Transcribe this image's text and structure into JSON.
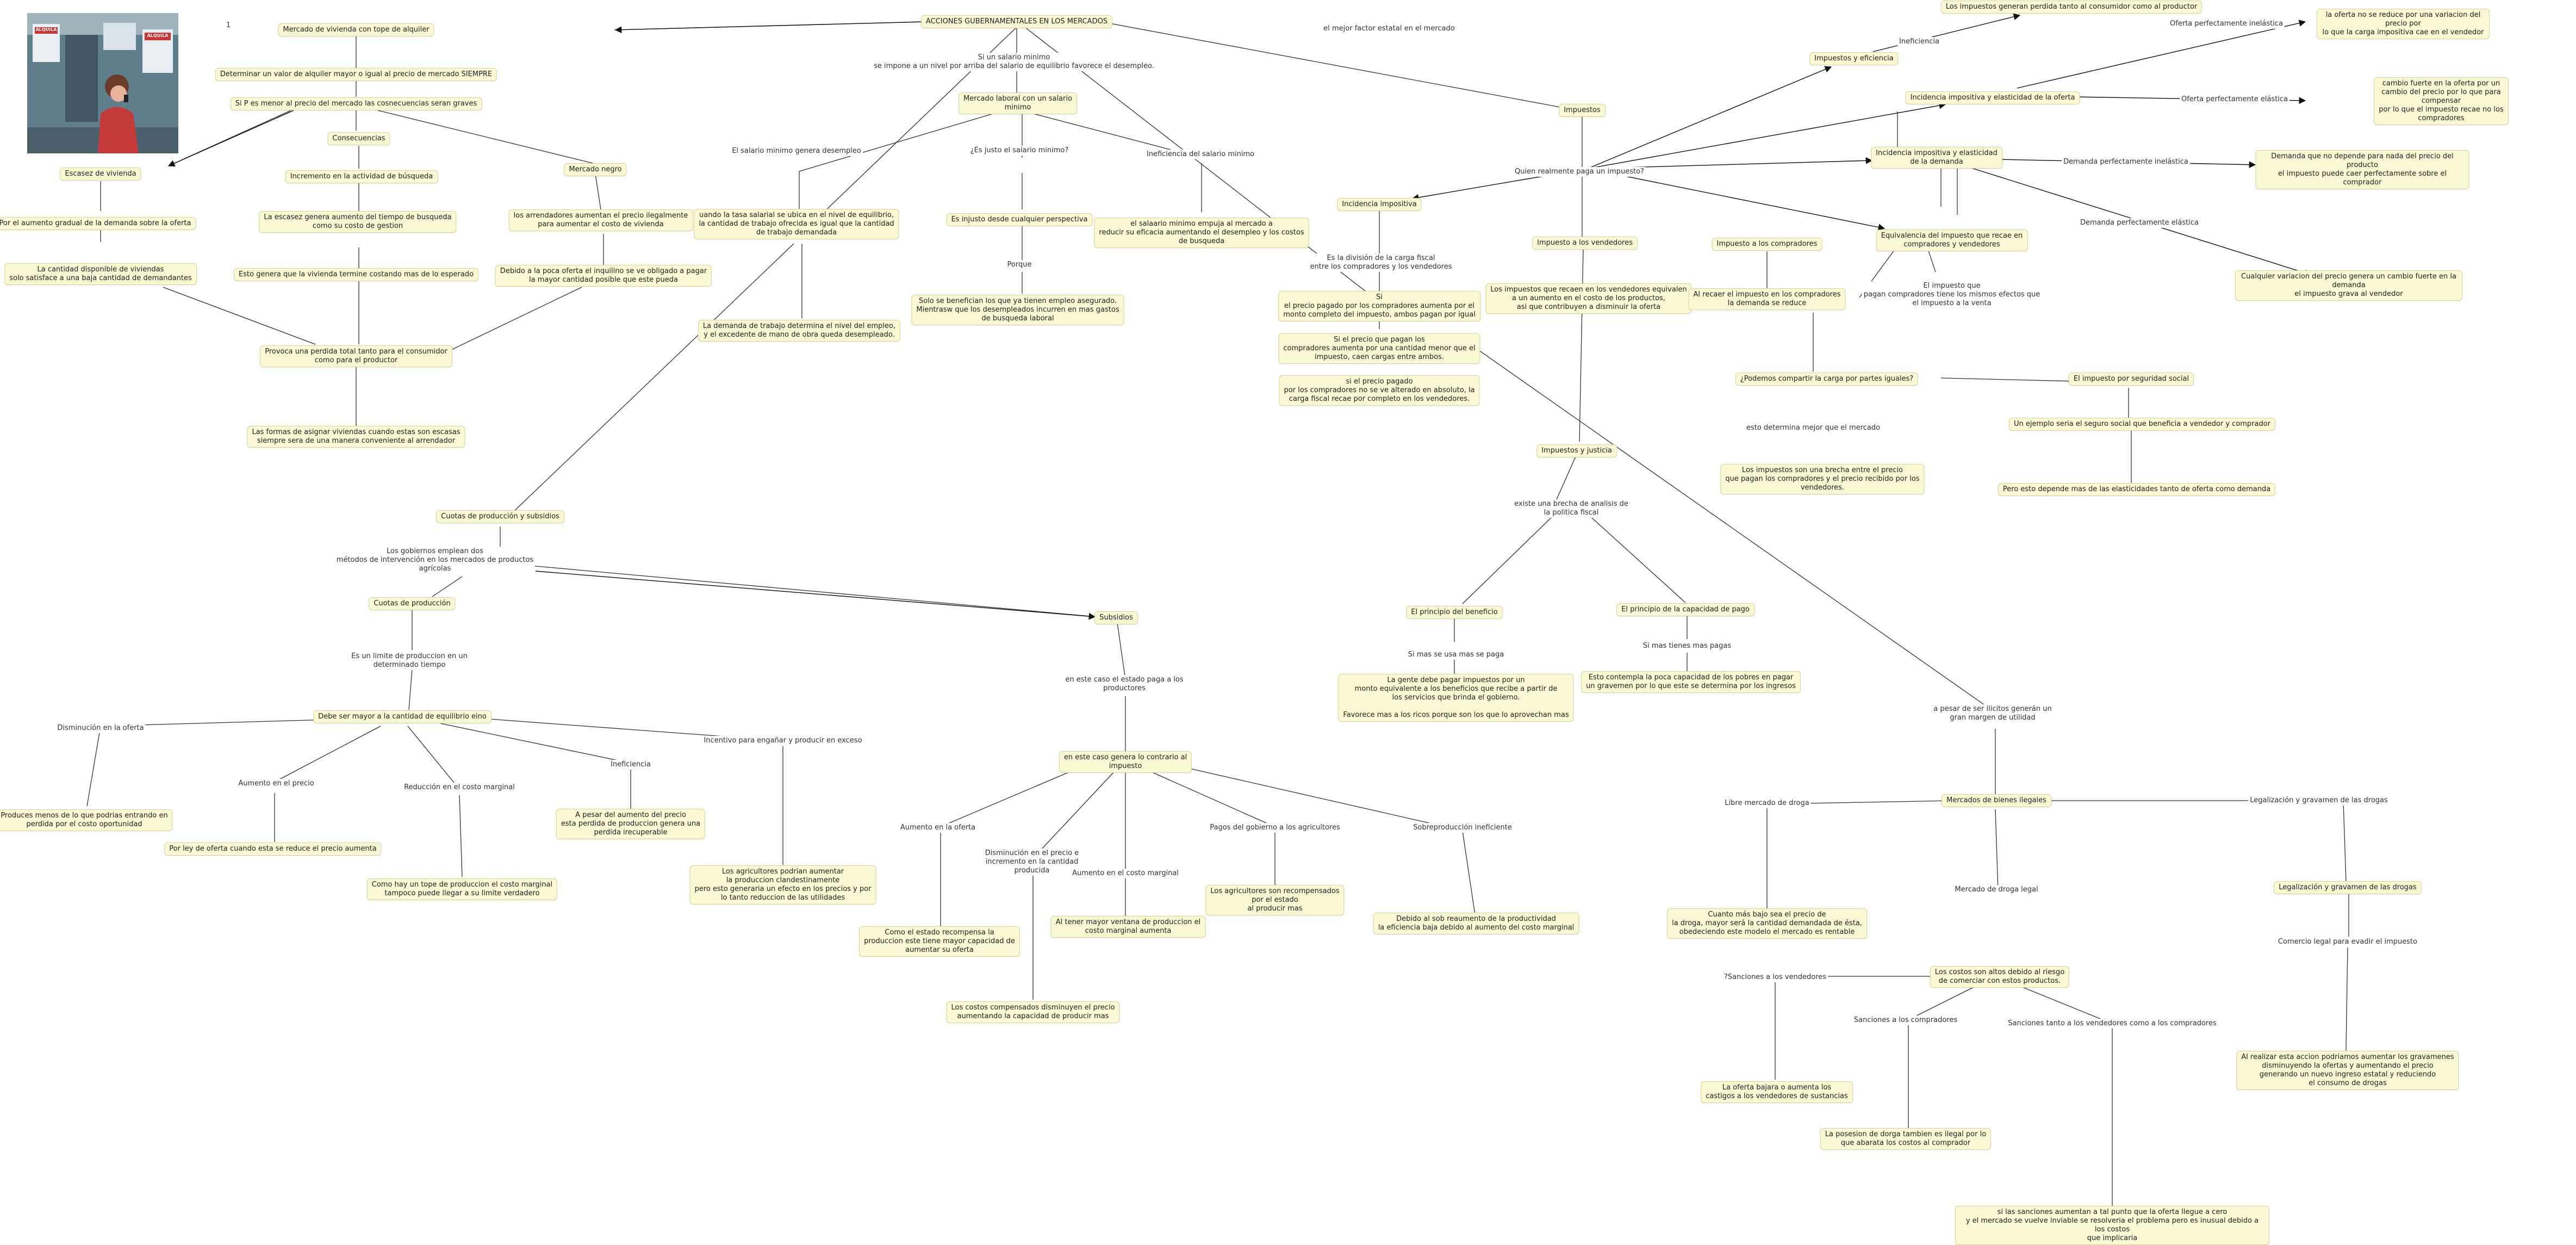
{
  "nodes": [
    {
      "id": "n_root",
      "text": "ACCIONES GUBERNAMENTALES EN LOS MERCADOS"
    },
    {
      "id": "n_viv_tope",
      "text": "Mercado de vivienda con tope de alquiler"
    },
    {
      "id": "n_det_val",
      "text": "Determinar un valor de alquiler mayor o igual al precio de mercado SIEMPRE"
    },
    {
      "id": "n_si_p",
      "text": "Si P es menor al precio del mercado las cosnecuencias seran graves"
    },
    {
      "id": "n_consec",
      "text": "Consecuencias"
    },
    {
      "id": "n_escasez",
      "text": "Escasez de vivienda"
    },
    {
      "id": "n_incr_busq",
      "text": "Incremento en la actividad de búsqueda"
    },
    {
      "id": "n_merc_negro",
      "text": "Mercado negro"
    },
    {
      "id": "n_aum_grad",
      "text": "Por el aumento gradual de la demanda sobre la oferta"
    },
    {
      "id": "n_escasez_gen",
      "text": "La escasez genera aumento del tiempo de busqueda\ncomo su costo de gestion"
    },
    {
      "id": "n_arrend",
      "text": "los arrendadores aumentan el precio ilegalmente\npara aumentar el costo de vivienda"
    },
    {
      "id": "n_cant_disp",
      "text": "La cantidad disponible de viviendas\nsolo satisface a una baja cantidad de demandantes"
    },
    {
      "id": "n_esto_gen",
      "text": "Esto genera que la vivienda termine costando mas de lo esperado"
    },
    {
      "id": "n_debido_poca",
      "text": "Debido a la poca oferta el inquilino se ve obligado a pagar\nla mayor cantidad posible que este pueda"
    },
    {
      "id": "n_perdida",
      "text": "Provoca una perdida total tanto para el consumidor\ncomo para el productor"
    },
    {
      "id": "n_formas",
      "text": "Las formas de asignar viviendas cuando estas son escasas\nsiempre sera de una manera conveniente al arrendador"
    },
    {
      "id": "n_merc_lab",
      "text": "Mercado laboral con un salario\nminimo"
    },
    {
      "id": "n_sal_tasa",
      "text": "uando la tasa salarial se ubica en el nivel de equilibrio,\nla cantidad de trabajo ofrecida es igual que la cantidad\nde trabajo demandada"
    },
    {
      "id": "n_injusto",
      "text": "Es injusto desde cualquier perspectiva"
    },
    {
      "id": "n_sal_emp",
      "text": "el salaario minimo empuja al mercado a\nreducir su eficacia aumentando el desempleo y los costos\nde busqueda"
    },
    {
      "id": "n_dem_trab",
      "text": "La demanda de trabajo determina el nivel del empleo,\ny el excedente de mano de obra queda desempleado."
    },
    {
      "id": "n_solo_ben",
      "text": "Solo se benefician los que ya tienen empleo asegurado.\nMientrasw que los desempleados incurren en mas gastos\nde busqueda laboral"
    },
    {
      "id": "n_cuotas_sub",
      "text": "Cuotas de producción y subsidios"
    },
    {
      "id": "n_cuotas_prod",
      "text": "Cuotas de producción"
    },
    {
      "id": "n_subsidios",
      "text": "Subsidios"
    },
    {
      "id": "n_debe_ser",
      "text": "Debe ser mayor a la cantidad de equilibrio eino"
    },
    {
      "id": "n_produces",
      "text": "Produces menos de lo que podrias entrando en\nperdida por el costo oportunidad"
    },
    {
      "id": "n_por_ley",
      "text": "Por ley de oferta cuando esta se reduce el precio aumenta"
    },
    {
      "id": "n_como_hay",
      "text": "Como hay un tope de produccion el costo marginal\ntampoco puede llegar a su limite verdadero"
    },
    {
      "id": "n_pesar_aum",
      "text": "A pesar del aumento del precio\nesta perdida de produccion genera una\nperdida irecuperable"
    },
    {
      "id": "n_agric_pod",
      "text": "Los agricultores podrian aumentar\nla produccion clandestinamente\npero esto generaria un efecto en los precios y por\nlo tanto reduccion de las utilidades"
    },
    {
      "id": "n_en_este",
      "text": "en este caso genera lo contrario al\nimpuesto"
    },
    {
      "id": "n_como_estado",
      "text": "Como el estado recompensa la\nproduccion este tiene mayor capacidad de\naumentar su oferta"
    },
    {
      "id": "n_costos_comp",
      "text": "Los costos compensados disminuyen el precio\naumentando la capacidad de producir mas"
    },
    {
      "id": "n_al_tener",
      "text": "Al tener mayor ventana de produccion el\ncosto marginal aumenta"
    },
    {
      "id": "n_agric_rec",
      "text": "Los agricultores son recompensados\npor el estado\nal producir mas"
    },
    {
      "id": "n_debido_sob",
      "text": "Debido al sob reaumento de la productividad\nla eficiencia baja debido al aumento del costo marginal"
    },
    {
      "id": "n_impuestos",
      "text": "Impuestos"
    },
    {
      "id": "n_inc_imp",
      "text": "Incidencia impositiva"
    },
    {
      "id": "n_imp_vend",
      "text": "Impuesto a los vendedores"
    },
    {
      "id": "n_imp_comp",
      "text": "Impuesto a los compradores"
    },
    {
      "id": "n_imp_efic",
      "text": "Impuestos y eficiencia"
    },
    {
      "id": "n_imp_gen",
      "text": "Los impuestos generan perdida tanto al consumidor como al productor"
    },
    {
      "id": "n_inc_of",
      "text": "Incidencia impositiva y elasticidad de la oferta"
    },
    {
      "id": "n_inc_dem",
      "text": "Incidencia impositiva y elasticidad\nde la demanda"
    },
    {
      "id": "n_equiv",
      "text": "Equivalencia del impuesto que recae en\ncompradores y vendedores"
    },
    {
      "id": "n_of_no_red",
      "text": "la oferta no se reduce por una variacion del precio por\nlo que la carga impositiva cae en el vendedor"
    },
    {
      "id": "n_cambio_fuerte",
      "text": "cambio fuerte en la oferta por un cambio del precio por lo que para compensar\npor lo que el impuesto recae no los compradores"
    },
    {
      "id": "n_dem_no_dep",
      "text": "Demanda que no depende para nada del precio del producto\nel impuesto puede caer perfectamente sobre el comprador"
    },
    {
      "id": "n_cualq_var",
      "text": "Cualquier variacion del precio genera un cambio fuerte en la demanda\nel impuesto grava al vendedor"
    },
    {
      "id": "n_si_precio",
      "text": "Si\nel precio pagado por los compradores aumenta por el\nmonto completo del impuesto, ambos pagan por igual"
    },
    {
      "id": "n_si_pagan_los",
      "text": "Si el precio que pagan los\ncompradores aumenta por una cantidad menor que el\nimpuesto, caen cargas entre ambos."
    },
    {
      "id": "n_si_pagado",
      "text": "si el precio pagado\npor los compradores no se ve alterado en absoluto, la\ncarga fiscal recae por completo en los vendedores."
    },
    {
      "id": "n_los_imp_rec",
      "text": "Los impuestos que recaen en los vendedores equivalen\na un aumento en el costo de los productos,\nasi que contribuyen a disminuir la oferta"
    },
    {
      "id": "n_al_recaer",
      "text": "Al recaer el impuesto en los compradores\nla demanda se reduce"
    },
    {
      "id": "n_podemos",
      "text": "¿Podemos compartir la carga por partes iguales?"
    },
    {
      "id": "n_imp_seg",
      "text": "El impuesto por seguridad social"
    },
    {
      "id": "n_ejemplo",
      "text": "Un ejemplo seria el seguro social que beneficia a vendedor y comprador"
    },
    {
      "id": "n_brecha",
      "text": "Los impuestos son una brecha entre el precio\nque pagan los compradores y el precio recibido por los\nvendedores."
    },
    {
      "id": "n_pero_dep",
      "text": "Pero esto depende mas de las elasticidades tanto de oferta como demanda"
    },
    {
      "id": "n_imp_just",
      "text": "Impuestos y justicia"
    },
    {
      "id": "n_princ_ben",
      "text": "El principio del beneficio"
    },
    {
      "id": "n_princ_cap",
      "text": "El principio de la capacidad de pago"
    },
    {
      "id": "n_gente",
      "text": "La gente debe pagar impuestos por un\nmonto equivalente a los beneficios que recibe a partir de\nlos servicios que brinda el gobierno.\n\nFavorece mas  a los ricos porque son los que lo aprovechan mas"
    },
    {
      "id": "n_esto_contempla",
      "text": "Esto contempla la poca capacidad de los pobres en pagar\nun gravemen por lo que este se determina por los ingresos"
    },
    {
      "id": "n_merc_ileg",
      "text": "Mercados de bienes ilegales"
    },
    {
      "id": "n_cuanto",
      "text": "Cuanto más bajo sea el precio de\nla droga, mayor será la cantidad demandada de ésta,\nobedeciendo este modelo el mercado es rentable"
    },
    {
      "id": "n_costos_altos",
      "text": "Los costos son altos debido al riesgo\nde comerciar con estos productos."
    },
    {
      "id": "n_legal_grav",
      "text": "Legalización y gravamen de las drogas"
    },
    {
      "id": "n_al_realizar",
      "text": "Al realizar esta accion podriamos aumentar los gravamenes\ndisminuyendo la ofertas y aumentando el precio\ngenerando un nuevo ingreso estatal y reduciendo\nel consumo de drogas"
    },
    {
      "id": "n_oferta_baja",
      "text": "La oferta bajara o aumenta los\ncastigos a los vendedores de sustancias"
    },
    {
      "id": "n_posesion",
      "text": "La posesion de dorga tambien es ilegal por lo\nque abarata los costos al comprador"
    },
    {
      "id": "n_si_sanc",
      "text": "si las sanciones aumentan a tal punto que la oferta llegue a cero\ny el mercado se vuelve inviable se resolveria el problema pero es inusual debido a los costos\nque implicaria"
    }
  ],
  "links": [
    {
      "id": "l_1",
      "text": "1"
    },
    {
      "id": "l_mejor_factor",
      "text": "el mejor factor estatal en el mercado"
    },
    {
      "id": "l_sal_min",
      "text": "Si un salario minimo\nse impone a un nivel por arriba del salario de equilibrio favorece el desempleo."
    },
    {
      "id": "l_sal_gen",
      "text": "El salario minimo genera desempleo"
    },
    {
      "id": "l_es_justo",
      "text": "¿Es justo el salario minimo?"
    },
    {
      "id": "l_inefic_sal",
      "text": "Ineficiencia del salario minimo"
    },
    {
      "id": "l_porque",
      "text": "Porque"
    },
    {
      "id": "l_gobiernos",
      "text": "Los gobiernos emplean dos\nmétodos de intervención en los mercados de productos\nagrícolas"
    },
    {
      "id": "l_limite",
      "text": "Es un limite de produccion en un\ndeterminado tiempo"
    },
    {
      "id": "l_dism_of",
      "text": "Disminución en la oferta"
    },
    {
      "id": "l_aum_prec",
      "text": "Aumento en el precio"
    },
    {
      "id": "l_red_costo",
      "text": "Reducción en el costo marginal"
    },
    {
      "id": "l_inefic",
      "text": "Ineficiencia"
    },
    {
      "id": "l_incentivo",
      "text": "Incentivo para engañar y producir en exceso"
    },
    {
      "id": "l_en_este_caso",
      "text": "en este caso el estado paga a los\nproductores"
    },
    {
      "id": "l_aum_of",
      "text": "Aumento en la oferta"
    },
    {
      "id": "l_dism_prec",
      "text": "Disminución en el precio e\nincremento en la cantidad\nproducida"
    },
    {
      "id": "l_aum_costo",
      "text": "Aumento en el costo marginal"
    },
    {
      "id": "l_pagos",
      "text": "Pagos del gobierno a los agricultores"
    },
    {
      "id": "l_sobreprod",
      "text": "Sobreproducción ineficiente"
    },
    {
      "id": "l_quien",
      "text": "Quien realmente paga un impuesto?"
    },
    {
      "id": "l_inefic2",
      "text": "Ineficiencia"
    },
    {
      "id": "l_of_perf_inel",
      "text": "Oferta perfectamente inelástica"
    },
    {
      "id": "l_of_perf_el",
      "text": "Oferta perfectamente elástica"
    },
    {
      "id": "l_dem_perf_inel",
      "text": "Demanda perfectamente inelástica"
    },
    {
      "id": "l_dem_perf_el",
      "text": "Demanda perfectamente elástica"
    },
    {
      "id": "l_es_la_div",
      "text": "Es la división de la carga fiscal\nentre los compradores y los vendedores"
    },
    {
      "id": "l_imp_que",
      "text": "El impuesto que\npagan compradores tiene los mismos efectos que\nel impuesto a la venta"
    },
    {
      "id": "l_esto_det",
      "text": "esto determina mejor que el mercado"
    },
    {
      "id": "l_existe",
      "text": "existe una brecha de analisis de\nla politica fiscal"
    },
    {
      "id": "l_si_mas_usa",
      "text": "Si mas se usa mas se paga"
    },
    {
      "id": "l_si_mas_tienes",
      "text": "Si mas tienes mas pagas"
    },
    {
      "id": "l_a_pesar",
      "text": "a pesar de ser ilicitos generán un\ngran margen de utilidad"
    },
    {
      "id": "l_libre",
      "text": "Libre mercado de droga"
    },
    {
      "id": "l_legal",
      "text": "Legalización y gravamen de las drogas"
    },
    {
      "id": "l_merc_legal",
      "text": "Mercado de droga legal"
    },
    {
      "id": "l_comercio",
      "text": "Comercio legal para evadir el impuesto"
    },
    {
      "id": "l_sanc_vend",
      "text": "?Sanciones a los vendedores"
    },
    {
      "id": "l_sanc_comp",
      "text": "Sanciones a los compradores"
    },
    {
      "id": "l_sanc_tanto",
      "text": "Sanciones tanto a los vendedores como a los compradores"
    }
  ],
  "photo": {
    "sign_text": "ALQUILA",
    "glass_color": "#6a8fa0",
    "coat_color": "#c43a3a"
  }
}
